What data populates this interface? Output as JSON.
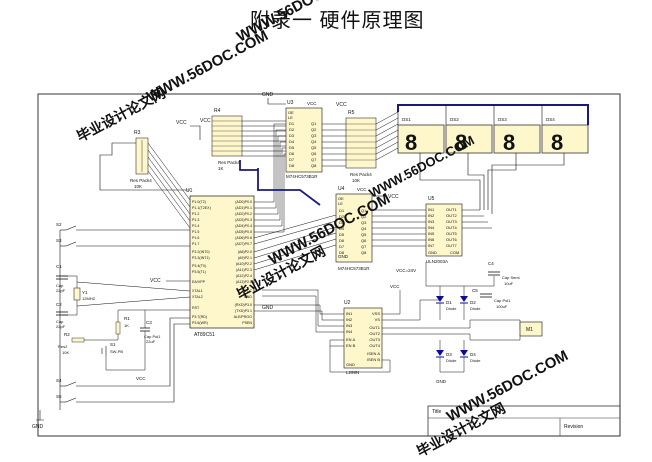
{
  "page_title": "附录一  硬件原理图",
  "watermarks": {
    "url": "WWW.56DOC.COM",
    "cn": "毕业设计论文网"
  },
  "blocks": {
    "u1": {
      "ref": "U1",
      "part": "AT89C51",
      "pins_left": [
        "P1.0(T2)",
        "P1.1(T2EX)",
        "P1.2",
        "P1.3",
        "P1.4",
        "P1.5",
        "P1.6",
        "P1.7",
        "P3.2(INT0)",
        "P3.3(INT1)",
        "P3.4(T0)",
        "P3.5(T1)",
        "EA/VPP",
        "XTAL1",
        "XTAL2",
        "RST",
        "P3.7(RD)",
        "P3.6(WR)"
      ],
      "pins_right": [
        "(AD0)P0.0",
        "(AD1)P0.1",
        "(AD2)P0.2",
        "(AD3)P0.3",
        "(AD4)P0.4",
        "(AD5)P0.5",
        "(AD6)P0.6",
        "(AD7)P0.7",
        "(A8)P2.0",
        "(A9)P2.1",
        "(A10)P2.2",
        "(A11)P2.3",
        "(A12)P2.4",
        "(A13)P2.5",
        "VCC",
        "GND",
        "(RXD)P3.0",
        "(TXD)P3.1",
        "ALE/PROG",
        "PSEN"
      ]
    },
    "u3": {
      "ref": "U3",
      "part": "M74HC573B1R",
      "top": [
        "OE",
        "LE"
      ],
      "left": [
        "D1",
        "D2",
        "D3",
        "D4",
        "D5",
        "D6",
        "D7",
        "D8"
      ],
      "right": [
        "Q1",
        "Q2",
        "Q3",
        "Q4",
        "Q5",
        "Q6",
        "Q7",
        "Q8"
      ],
      "vcc": "VCC",
      "gnd": "GND"
    },
    "u4": {
      "ref": "U4",
      "part": "M74HC573B1R",
      "top": [
        "OE",
        "LE"
      ],
      "left": [
        "D1",
        "D2",
        "D3",
        "D4",
        "D5",
        "D6",
        "D7",
        "D8"
      ],
      "right": [
        "Q1",
        "Q2",
        "Q3",
        "Q4",
        "Q5",
        "Q6",
        "Q7",
        "Q8"
      ],
      "vcc": "VCC",
      "gnd": "GND"
    },
    "u5": {
      "ref": "U5",
      "part": "ULN2003A",
      "left": [
        "IN1",
        "IN2",
        "IN3",
        "IN4",
        "IN5",
        "IN6",
        "IN7"
      ],
      "right": [
        "OUT1",
        "OUT2",
        "OUT3",
        "OUT4",
        "OUT5",
        "OUT6",
        "OUT7"
      ],
      "gnd": "GND",
      "com": "COM"
    },
    "u2": {
      "ref": "U2",
      "part": "L298N",
      "left": [
        "IN1",
        "IN2",
        "IN3",
        "IN4",
        "EN A",
        "EN B"
      ],
      "right": [
        "VSS",
        "VS",
        "OUT1",
        "OUT2",
        "OUT3",
        "OUT4",
        "ISEN A",
        "ISEN B"
      ],
      "gnd": "GND"
    },
    "r3": {
      "ref": "R3",
      "part": "Res Pack4",
      "value": "10K"
    },
    "r4": {
      "ref": "R4",
      "part": "Res Pack4",
      "value": "1K"
    },
    "r5": {
      "ref": "R5",
      "part": "Res Pack4",
      "value": "10K"
    }
  },
  "labels": {
    "vcc": "VCC",
    "gnd": "GND",
    "vcc24": "VCC=24V",
    "s2": "S2",
    "s3": "S3",
    "s4": "S4",
    "s5": "S5",
    "s1": "S1",
    "c1": "C1",
    "c2": "C2",
    "c1val": "Cap\n22pF",
    "c2val": "Cap\n22pF",
    "cap": "Cap",
    "c22": "22pF",
    "y1": "Y1",
    "y1val": "12MHZ",
    "r1": "R1",
    "r1val": "1K",
    "r2": "R2",
    "res2": "Res2",
    "r2val": "10K",
    "c3": "C3",
    "c3val": "Cap Pol1",
    "c3v": "22uF",
    "swpb": "SW-PB",
    "c4": "C4",
    "c4n": "Cap Semi",
    "c4v": "10uF",
    "c5": "C5",
    "c5n": "Cap Pol1",
    "c5v": "100uF",
    "m1": "M1",
    "d1": "D1",
    "d2": "D2",
    "d3": "D3",
    "d4": "D4",
    "diode": "Diode",
    "titleblk": "Title",
    "revision": "Revision",
    "ds": [
      "DS1",
      "DS2",
      "DS3",
      "DS4"
    ]
  },
  "colors": {
    "wire": "#111111",
    "bus": "#1a1a7a",
    "watermark": "#d40000",
    "part_fill": "#fff7cc"
  }
}
